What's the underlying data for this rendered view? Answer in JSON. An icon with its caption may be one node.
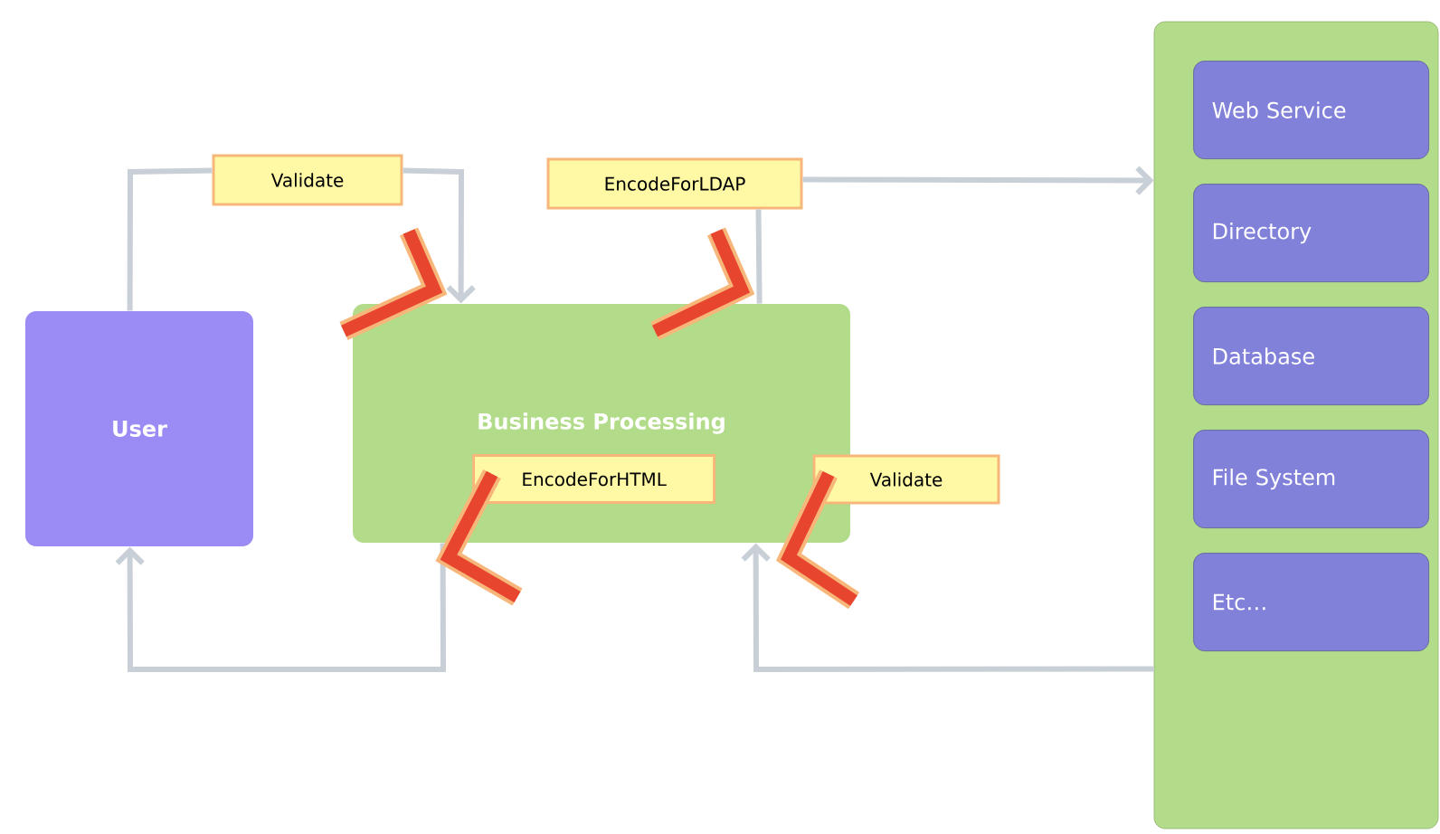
{
  "diagram": {
    "nodes": [
      {
        "text": [
          "User"
        ]
      },
      {
        "text": [
          "Business Processing"
        ]
      },
      {
        "text": [],
        "shape": "box"
      },
      {
        "text": [
          "Web Service"
        ],
        "in": 2
      },
      {
        "text": [
          "Directory"
        ],
        "in": 2
      },
      {
        "text": [
          "Database"
        ],
        "in": 2
      },
      {
        "text": [
          "File System"
        ],
        "in": 2
      },
      {
        "text": [
          "Etc…"
        ],
        "in": 2
      },
      {
        "text": [
          "EncodeForHTML"
        ],
        "in": 1
      },
      {
        "text": [
          "Validate"
        ]
      },
      {
        "text": [
          "Validate"
        ]
      },
      {
        "text": [
          "EncodeForLDAP"
        ]
      }
    ],
    "edges": [
      {
        "from": 0,
        "to": 10,
        "arrow": "none"
      },
      {
        "from": 10,
        "to": 1,
        "arrow": "to"
      },
      {
        "from": 1,
        "to": 11,
        "arrow": "none"
      },
      {
        "from": 11,
        "to": 2,
        "arrow": "to"
      },
      {
        "from": 1,
        "to": 0,
        "arrow": "to"
      },
      {
        "from": 2,
        "to": 1,
        "arrow": "to"
      }
    ]
  }
}
